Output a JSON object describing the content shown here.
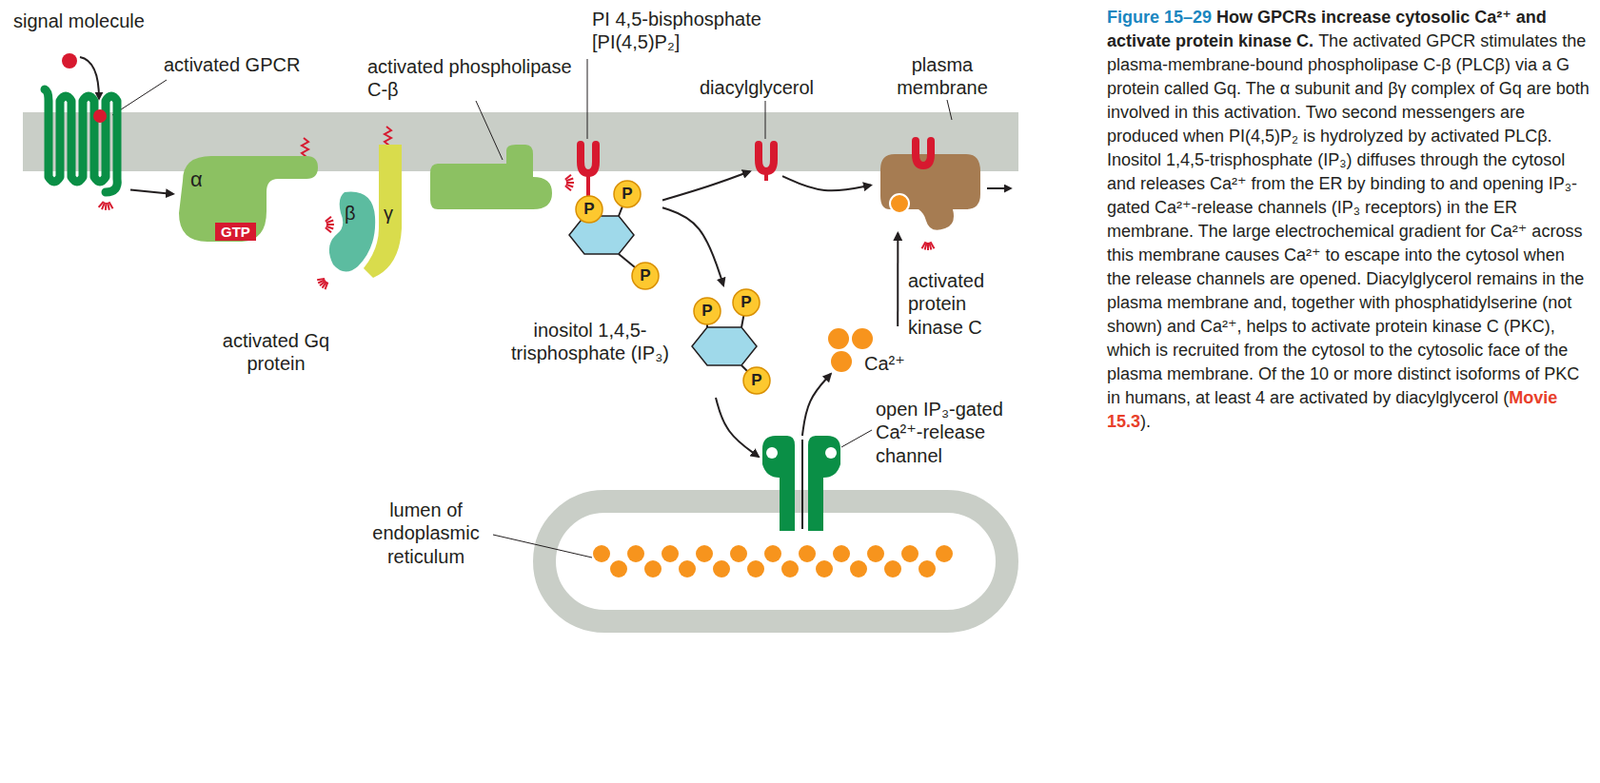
{
  "diagram": {
    "nodes": [
      {
        "text": [
          "activated GPCR"
        ]
      },
      {
        "text": [
          "α",
          "GTP"
        ]
      },
      {
        "text": [
          "β"
        ]
      },
      {
        "text": [
          "γ"
        ]
      },
      {
        "text": [
          "activated phospholipase C-β"
        ]
      },
      {
        "text": [
          "PI 4,5-bisphosphate [PI(4,5)P₂]"
        ]
      },
      {
        "text": [
          "P"
        ],
        "in": 5
      },
      {
        "text": [
          "P"
        ],
        "in": 5
      },
      {
        "text": [
          "P"
        ],
        "in": 5
      },
      {
        "text": [
          "diacylglycerol"
        ]
      },
      {
        "text": [
          "inositol 1,4,5-trisphosphate (IP₃)"
        ]
      },
      {
        "text": [
          "P"
        ],
        "in": 10
      },
      {
        "text": [
          "P"
        ],
        "in": 10
      },
      {
        "text": [
          "P"
        ],
        "in": 10
      },
      {
        "text": [
          "open IP₃-gated Ca²⁺-release channel"
        ]
      },
      {
        "text": [
          "Ca²⁺"
        ]
      },
      {
        "text": [
          "activated protein kinase C"
        ]
      }
    ],
    "edges": [
      {
        "from": 0,
        "to": 1,
        "arrow": "to"
      },
      {
        "from": 5,
        "to": 9,
        "arrow": "to"
      },
      {
        "from": 5,
        "to": 10,
        "arrow": "to"
      },
      {
        "from": 9,
        "to": 16,
        "arrow": "to"
      },
      {
        "from": 10,
        "to": 14,
        "arrow": "to"
      },
      {
        "from": 14,
        "to": 15,
        "arrow": "to"
      },
      {
        "from": 15,
        "to": 16,
        "arrow": "to"
      }
    ],
    "labels": [
      "signal molecule",
      "activated Gq protein",
      "plasma membrane",
      "lumen of endoplasmic reticulum",
      "Figure 15–29",
      "How GPCRs increase cytosolic Ca²⁺ and activate protein kinase C.",
      "The activated GPCR stimulates the plasma-membrane-bound phospholipase C-β (PLCβ) via a G protein called Gq. The α subunit and βγ complex of Gq are both involved in this activation. Two second messengers are produced when PI(4,5)P₂ is hydrolyzed by activated PLCβ. Inositol 1,4,5-trisphosphate (IP₃) diffuses through the cytosol and releases Ca²⁺ from the ER by binding to and opening IP₃-gated Ca²⁺-release channels (IP₃ receptors) in the ER membrane. The large electrochemical gradient for Ca²⁺ across this membrane causes Ca²⁺ to escape into the cytosol when the release channels are opened. Diacylglycerol remains in the plasma membrane and, together with phosphatidylserine (not shown) and Ca²⁺, helps to activate protein kinase C (PKC), which is recruited from the cytosol to the cytosolic face of the plasma membrane. Of the 10 or more distinct isoforms of PKC in humans, at least 4 are activated by diacylglycerol (",
      "Movie 15.3",
      ")."
    ]
  }
}
